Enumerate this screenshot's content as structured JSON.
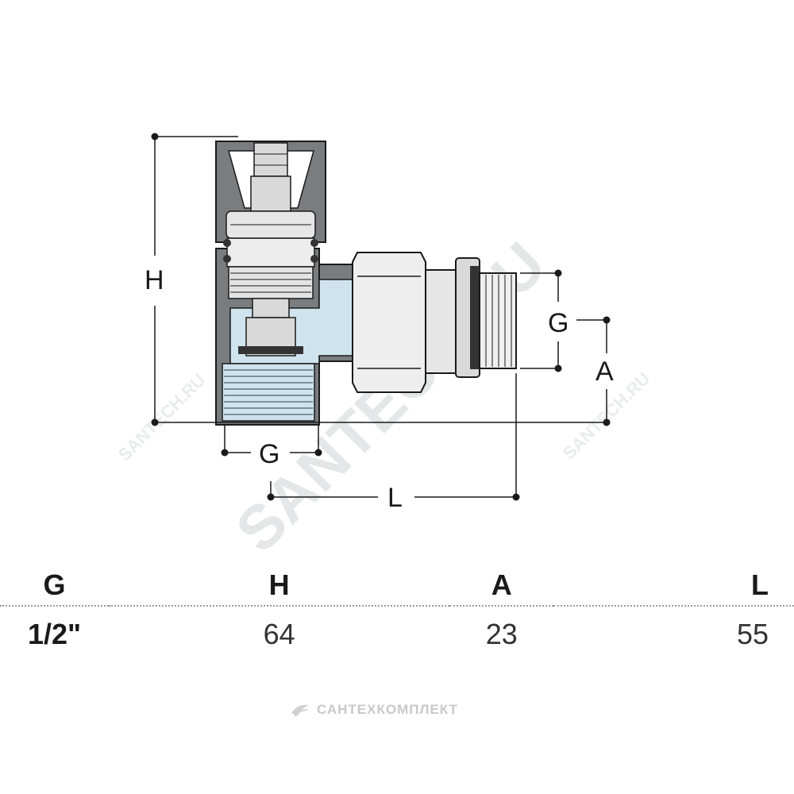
{
  "dimension_labels": {
    "height": "H",
    "thread_bottom": "G",
    "thread_side": "G",
    "axis_offset": "A",
    "length": "L"
  },
  "watermark": {
    "main": "SANTECH.RU",
    "small_left": "SANTECH.RU",
    "small_right": "SANTECH.RU"
  },
  "table": {
    "headers": [
      "G",
      "H",
      "A",
      "L"
    ],
    "row": [
      "1/2\"",
      "64",
      "23",
      "55"
    ]
  },
  "footer": {
    "brand": "САНТЕХКОМПЛЕКТ"
  },
  "colors": {
    "body": "#7a7d80",
    "water": "#cfe3ee",
    "line": "#1a1a1a",
    "metal": "#d9d9d9"
  }
}
